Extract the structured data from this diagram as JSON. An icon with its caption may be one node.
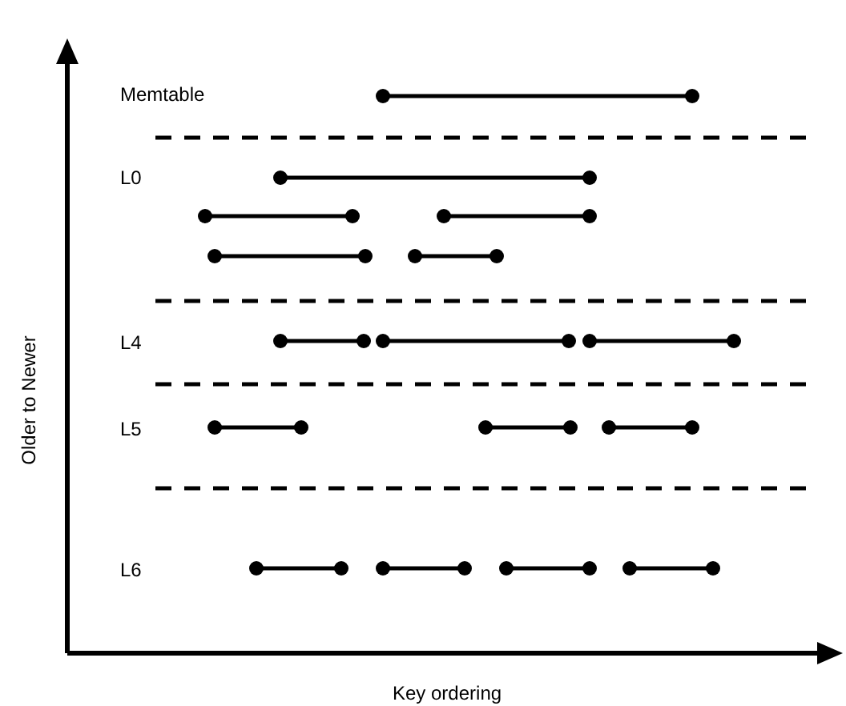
{
  "diagram": {
    "labels": [
      "Memtable",
      "L0",
      "L4",
      "L5",
      "L6",
      "Older to Newer",
      "Key ordering"
    ]
  }
}
